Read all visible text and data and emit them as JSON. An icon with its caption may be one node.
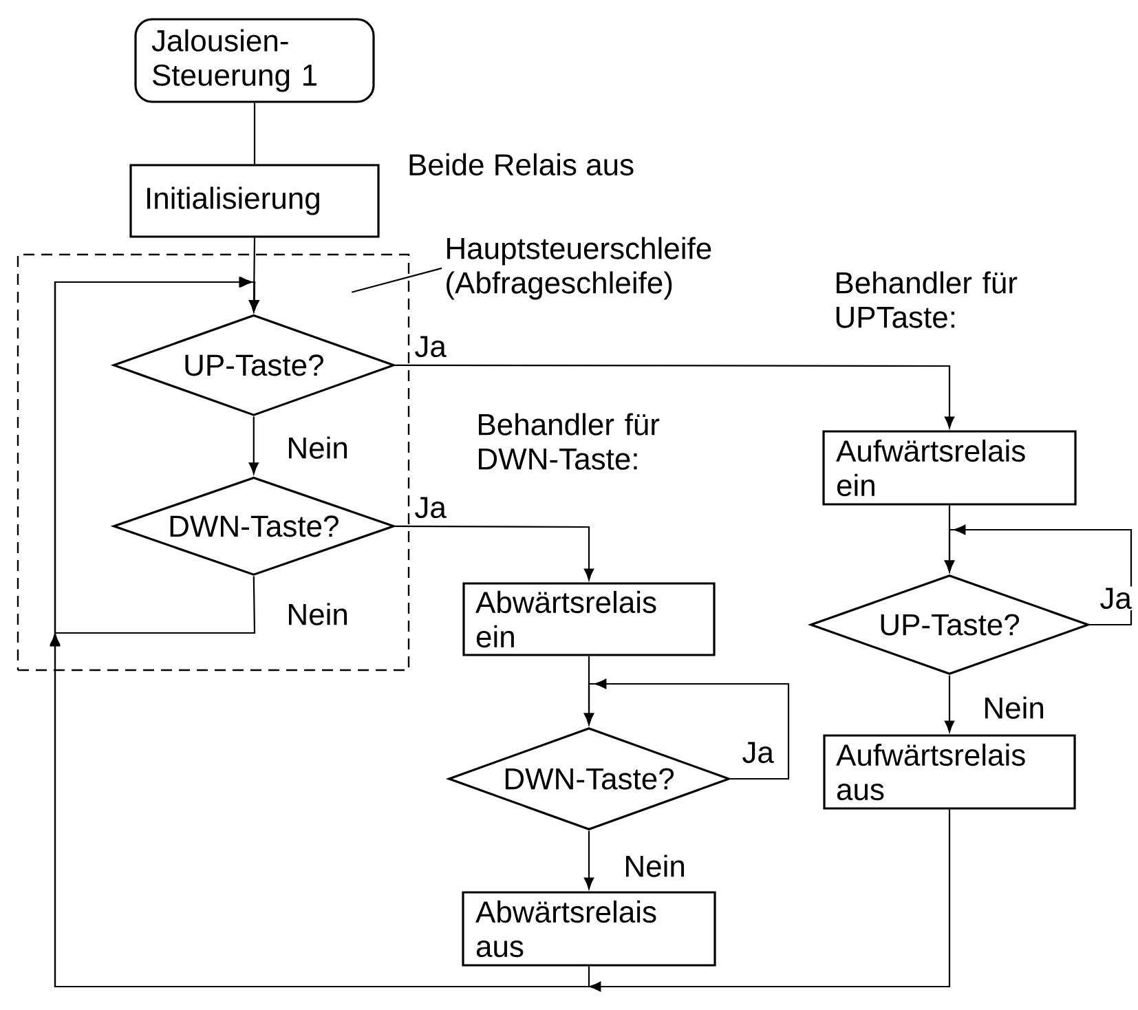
{
  "diagram": {
    "nodes": [
      {
        "text": [
          "Jalousien-Steuerung 1"
        ]
      },
      {
        "text": [
          "Initialisierung"
        ],
        "beside": [
          "Beide Relais aus"
        ]
      },
      {
        "text": [
          "Hauptsteuerschleife (Abfrageschleife)"
        ]
      },
      {
        "text": [],
        "shape": "box"
      },
      {
        "text": [
          "UP-Taste?"
        ],
        "in": 3
      },
      {
        "text": [
          "DWN-Taste?"
        ],
        "in": 3
      },
      {
        "text": [
          "Aufwärtsrelais ein"
        ]
      },
      {
        "text": [
          "UP-Taste?"
        ]
      },
      {
        "text": [
          "Aufwärtsrelais aus"
        ]
      },
      {
        "text": [
          "Abwärtsrelais ein"
        ]
      },
      {
        "text": [
          "DWN-Taste?"
        ]
      },
      {
        "text": [
          "Abwärtsrelais aus"
        ]
      }
    ],
    "edges": [
      {
        "from": 0,
        "to": 1,
        "arrow": "none"
      },
      {
        "from": 1,
        "to": 4,
        "arrow": "to"
      },
      {
        "from": 4,
        "to": 5,
        "arrow": "to",
        "label": "Nein"
      },
      {
        "from": 4,
        "to": 6,
        "arrow": "to",
        "label": "Ja"
      },
      {
        "from": 5,
        "to": 9,
        "arrow": "to",
        "label": "Ja"
      },
      {
        "from": 5,
        "to": 4,
        "arrow": "to",
        "label": "Nein"
      },
      {
        "from": 6,
        "to": 7,
        "arrow": "to"
      },
      {
        "from": 7,
        "to": 7,
        "arrow": "to",
        "label": "Ja"
      },
      {
        "from": 7,
        "to": 8,
        "arrow": "to",
        "label": "Nein"
      },
      {
        "from": 9,
        "to": 10,
        "arrow": "to"
      },
      {
        "from": 10,
        "to": 10,
        "arrow": "to",
        "label": "Ja"
      },
      {
        "from": 10,
        "to": 11,
        "arrow": "to",
        "label": "Nein"
      },
      {
        "from": 11,
        "to": 4,
        "arrow": "to"
      },
      {
        "from": 8,
        "to": 4,
        "arrow": "to"
      },
      {
        "from": 2,
        "to": 3,
        "arrow": "none"
      }
    ],
    "labels": [
      "Behandler für UPTaste:",
      "Behandler für DWN-Taste:"
    ]
  }
}
